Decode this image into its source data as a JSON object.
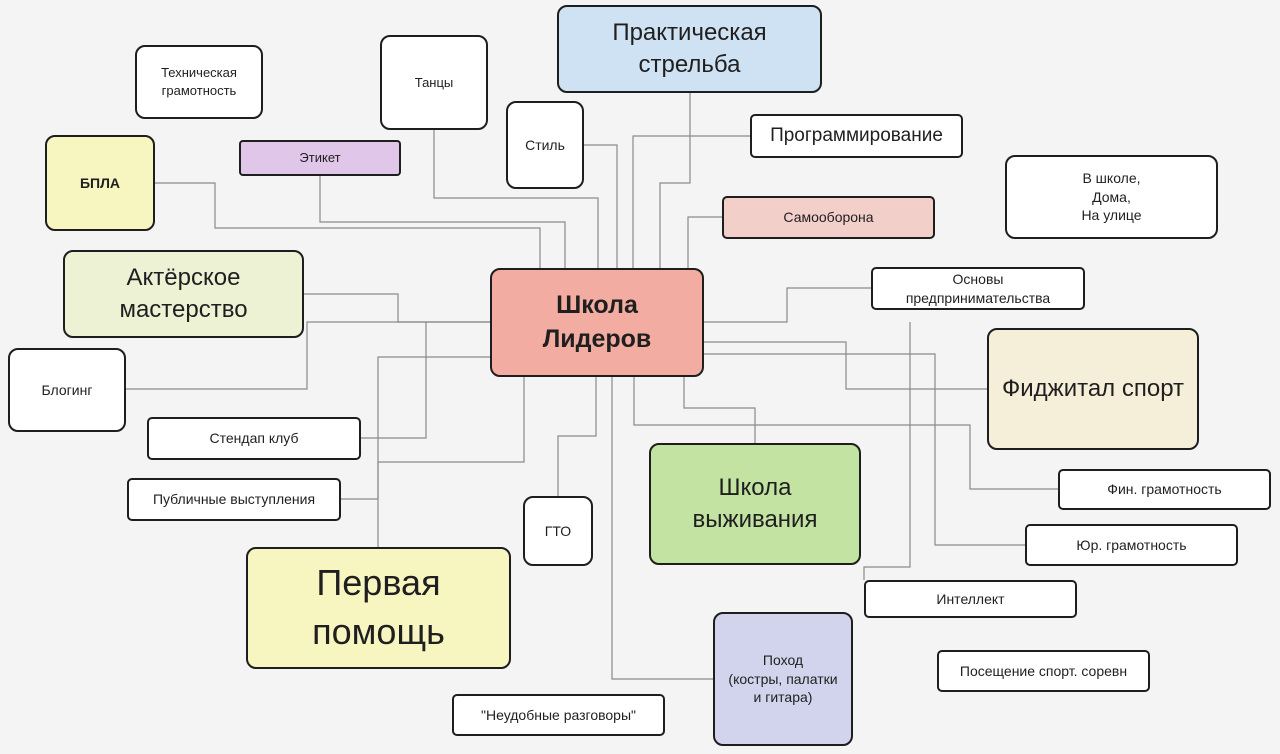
{
  "center": {
    "label": "Школа\nЛидеров",
    "color": "#f2aca1"
  },
  "nodes": {
    "tech_literacy": "Техническая\nграмотность",
    "dances": "Танцы",
    "practical_shooting": "Практическая\nстрельба",
    "bpla": "БПЛА",
    "etiquette": "Этикет",
    "style": "Стиль",
    "programming": "Программирование",
    "home_school_street": "В школе,\nДома,\nНа улице",
    "self_defense": "Самооборона",
    "acting": "Актёрское\nмастерство",
    "business_basics": "Основы\nпредпринимательства",
    "blogging": "Блогинг",
    "phygital_sport": "Фиджитал спорт",
    "standup": "Стендап клуб",
    "public_speaking": "Публичные выступления",
    "gto": "ГТО",
    "survival_school": "Школа\nвыживания",
    "fin_literacy": "Фин. грамотность",
    "legal_literacy": "Юр. грамотность",
    "first_aid": "Первая\nпомощь",
    "intellect": "Интеллект",
    "hike": "Поход\n(костры, палатки\nи гитара)",
    "sport_events": "Посещение спорт. соревн",
    "uncomfortable_talks": "\"Неудобные разговоры\""
  },
  "colors": {
    "blue": "#cfe2f3",
    "lilac": "#e0c6e8",
    "yellow": "#f7f5c0",
    "pale_green": "#eef2d4",
    "rose": "#f2cfc9",
    "cream": "#f5efd9",
    "green": "#c3e3a2",
    "lavender": "#d1d4ec",
    "white": "#ffffff"
  }
}
